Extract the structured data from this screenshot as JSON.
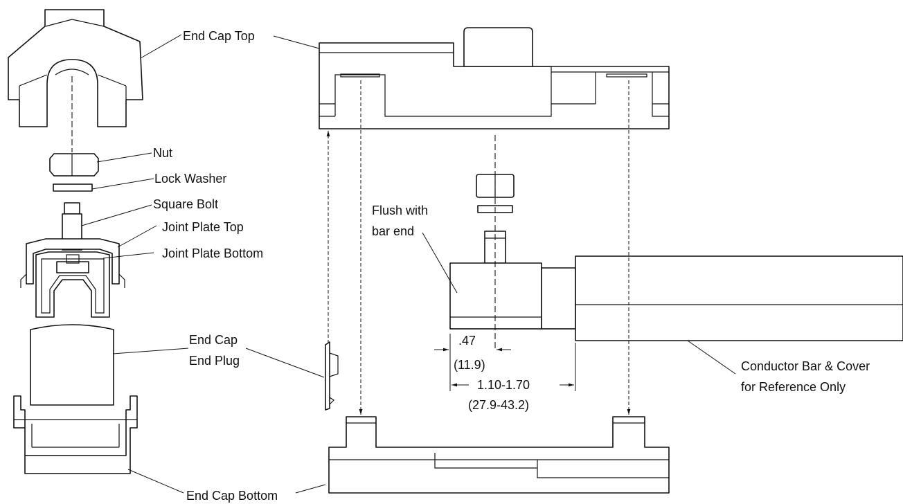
{
  "labels": {
    "end_cap_top": "End Cap Top",
    "nut": "Nut",
    "lock_washer": "Lock Washer",
    "square_bolt": "Square Bolt",
    "joint_plate_top": "Joint Plate Top",
    "joint_plate_bottom": "Joint Plate Bottom",
    "end_cap_end_plug_line1": "End Cap",
    "end_cap_end_plug_line2": "End Plug",
    "end_cap_bottom": "End Cap Bottom",
    "flush_line1": "Flush with",
    "flush_line2": "bar end",
    "conductor_line1": "Conductor Bar & Cover",
    "conductor_line2": "for Reference Only"
  },
  "dimensions": {
    "offset_in": ".47",
    "offset_mm": "(11.9)",
    "range_in": "1.10-1.70",
    "range_mm": "(27.9-43.2)"
  }
}
